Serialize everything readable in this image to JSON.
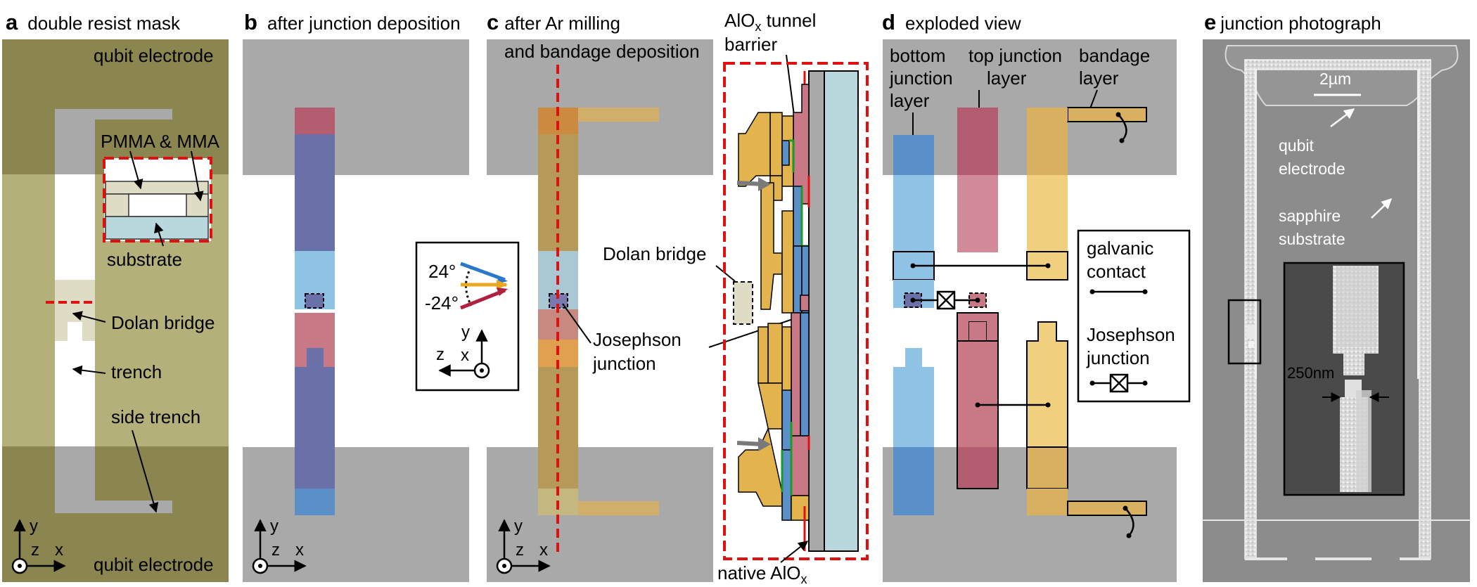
{
  "panels": {
    "a": {
      "letter": "a",
      "title": "double resist mask"
    },
    "b": {
      "letter": "b",
      "title": "after junction deposition"
    },
    "c": {
      "letter": "c",
      "title_line1": "after Ar milling",
      "title_line2": "and bandage deposition"
    },
    "d": {
      "letter": "d",
      "title": "exploded view"
    },
    "e": {
      "letter": "e",
      "title": "junction photograph"
    }
  },
  "labels": {
    "qubit_electrode": "qubit electrode",
    "pmma_mma": "PMMA & MMA",
    "substrate": "substrate",
    "dolan_bridge": "Dolan bridge",
    "trench": "trench",
    "side_trench": "side trench",
    "josephson_junction_l1": "Josephson",
    "josephson_junction_l2": "junction",
    "alox_tunnel_l1": "AlO",
    "alox_sub": "x",
    "alox_tunnel_l1_rest": " tunnel",
    "alox_tunnel_l2": "barrier",
    "native_alox": "native AlO",
    "native_alox_sub": "x",
    "angle_pos": "24°",
    "angle_neg": "-24°",
    "bottom_junction_layer": [
      "bottom",
      "junction",
      "layer"
    ],
    "top_junction_layer": [
      "top junction",
      "layer"
    ],
    "bandage_layer": [
      "bandage",
      "layer"
    ],
    "galvanic_contact": [
      "galvanic",
      "contact"
    ],
    "legend_josephson": [
      "Josephson",
      "junction"
    ],
    "photo_qubit_electrode": [
      "qubit",
      "electrode"
    ],
    "photo_sapphire": [
      "sapphire",
      "substrate"
    ],
    "scale_2um": "2µm",
    "scale_250nm": "250nm"
  },
  "axes": {
    "x": "x",
    "y": "y",
    "z": "z"
  },
  "colors": {
    "mask_dark": "#8b8650",
    "mask_light": "#b3b07a",
    "mask_pale": "#dedcc4",
    "electrode_gray": "#a9a9a9",
    "bottom_layer": "#5b8fc8",
    "top_layer": "#c97886",
    "bandage": "#e3b34e",
    "highlight_red": "#e01010",
    "tunnel_green": "#1a9a2a",
    "substrate_blue": "#b8d8de",
    "photo_bg": "#8c8c8c"
  },
  "icons": [
    "circle-dot-icon",
    "arrow-icon",
    "crossed-box-icon"
  ]
}
